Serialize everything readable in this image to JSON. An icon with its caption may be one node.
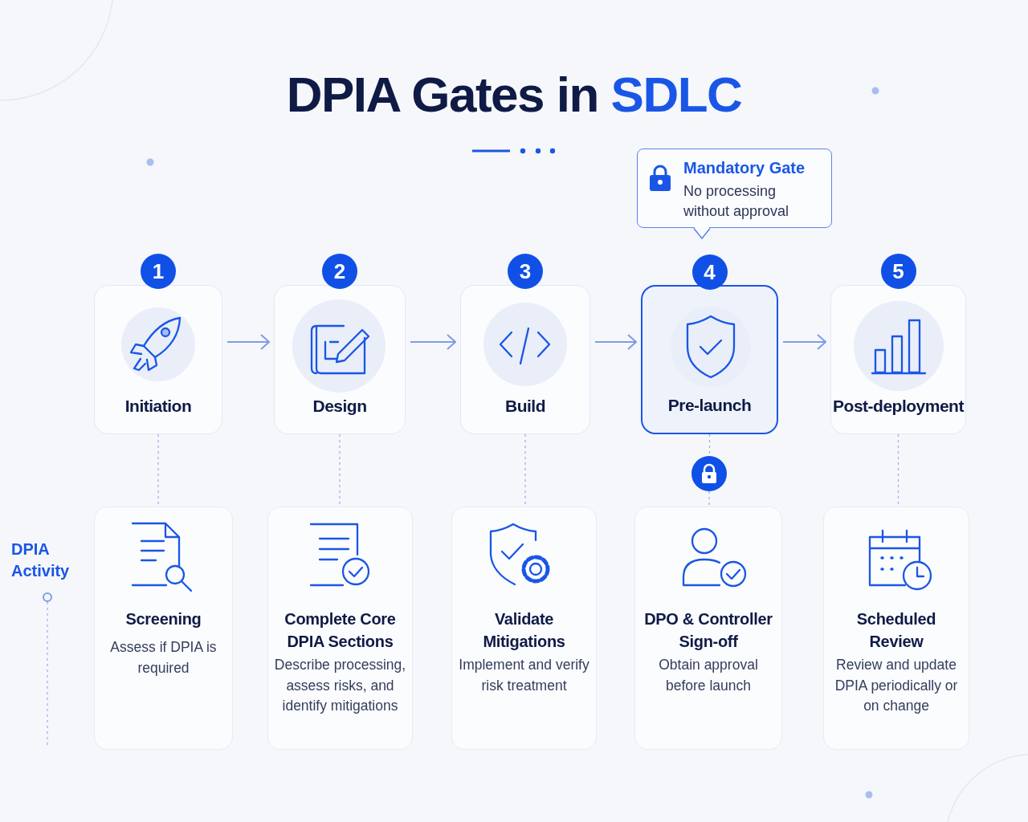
{
  "diagram": {
    "title": "DPIA Gates in SDLC",
    "nodes": [
      {
        "text": [
          "Mandatory Gate",
          "No processing without approval"
        ]
      },
      {
        "text": [
          "1",
          "Initiation"
        ]
      },
      {
        "text": [
          "2",
          "Design"
        ]
      },
      {
        "text": [
          "3",
          "Build"
        ]
      },
      {
        "text": [
          "4",
          "Pre-launch"
        ]
      },
      {
        "text": [
          "5",
          "Post-deployment"
        ]
      },
      {
        "text": [
          "Screening",
          "Assess if DPIA is required"
        ]
      },
      {
        "text": [
          "Complete Core DPIA Sections",
          "Describe processing, assess risks, and identify mitigations"
        ]
      },
      {
        "text": [
          "Validate Mitigations",
          "Implement and verify risk treatment"
        ]
      },
      {
        "text": [
          "DPO & Controller Sign-off",
          "Obtain approval before launch"
        ]
      },
      {
        "text": [
          "Scheduled Review",
          "Review and update DPIA periodically or on change"
        ]
      },
      {
        "text": [],
        "shape": "circle"
      }
    ],
    "edges": [
      {
        "from": 1,
        "to": 2,
        "arrow": "to"
      },
      {
        "from": 2,
        "to": 3,
        "arrow": "to"
      },
      {
        "from": 3,
        "to": 4,
        "arrow": "to"
      },
      {
        "from": 4,
        "to": 5,
        "arrow": "to"
      },
      {
        "from": 1,
        "to": 6,
        "arrow": "none",
        "style": "dashed"
      },
      {
        "from": 2,
        "to": 7,
        "arrow": "none",
        "style": "dashed"
      },
      {
        "from": 3,
        "to": 8,
        "arrow": "none",
        "style": "dashed"
      },
      {
        "from": 4,
        "to": 11,
        "arrow": "none",
        "style": "dashed"
      },
      {
        "from": 11,
        "to": 9,
        "arrow": "none",
        "style": "dashed"
      },
      {
        "from": 5,
        "to": 10,
        "arrow": "none",
        "style": "dashed"
      }
    ],
    "labels": [
      "DPIA Activity"
    ]
  }
}
